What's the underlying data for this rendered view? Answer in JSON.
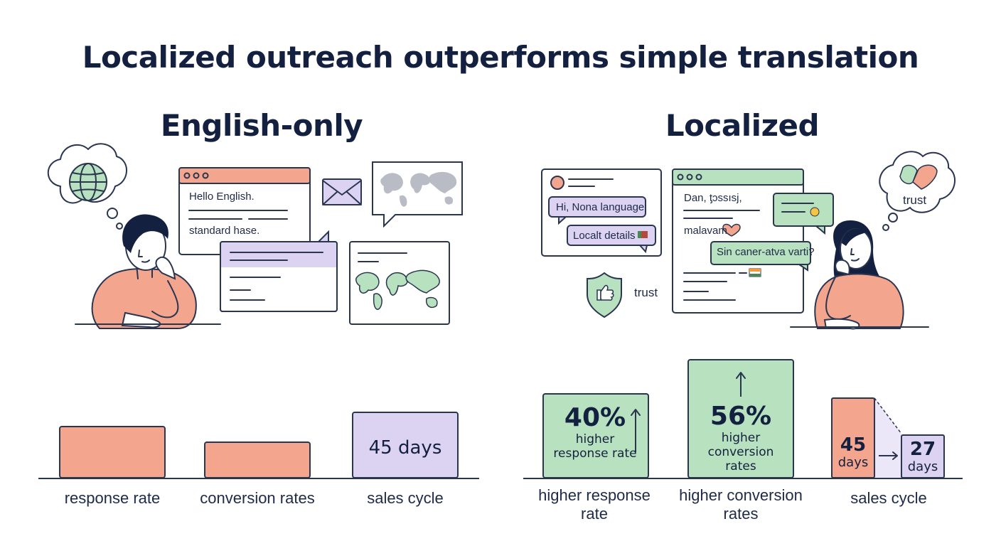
{
  "title": "Localized outreach outperforms simple translation",
  "left": {
    "heading": "English-only",
    "card_line1": "Hello English.",
    "card_line2": "standard hase.",
    "bars": [
      {
        "label": "response rate",
        "value_text": ""
      },
      {
        "label": "conversion rates",
        "value_text": ""
      },
      {
        "label": "sales cycle",
        "value_text": "45 days"
      }
    ]
  },
  "right": {
    "heading": "Localized",
    "chat1": "Hi, Nona language",
    "chat2": "Localt details",
    "card_line1": "Dan, ƫɔssısj,",
    "card_line2": "malavam",
    "bubble": "Sin caner-atva varti?",
    "trust_badge": "trust",
    "trust_thought": "trust",
    "bars": [
      {
        "value": "40%",
        "desc": "higher response rate",
        "label": "higher response rate"
      },
      {
        "value": "56%",
        "desc": "higher conversion rates",
        "label": "higher conversion rates"
      },
      {
        "label": "sales cycle",
        "before_value": "45",
        "before_unit": "days",
        "after_value": "27",
        "after_unit": "days"
      }
    ]
  },
  "colors": {
    "navy": "#14203f",
    "coral": "#f4a58e",
    "green": "#b8e2bf",
    "lavender": "#dcd3f2",
    "line": "#2a3550"
  }
}
